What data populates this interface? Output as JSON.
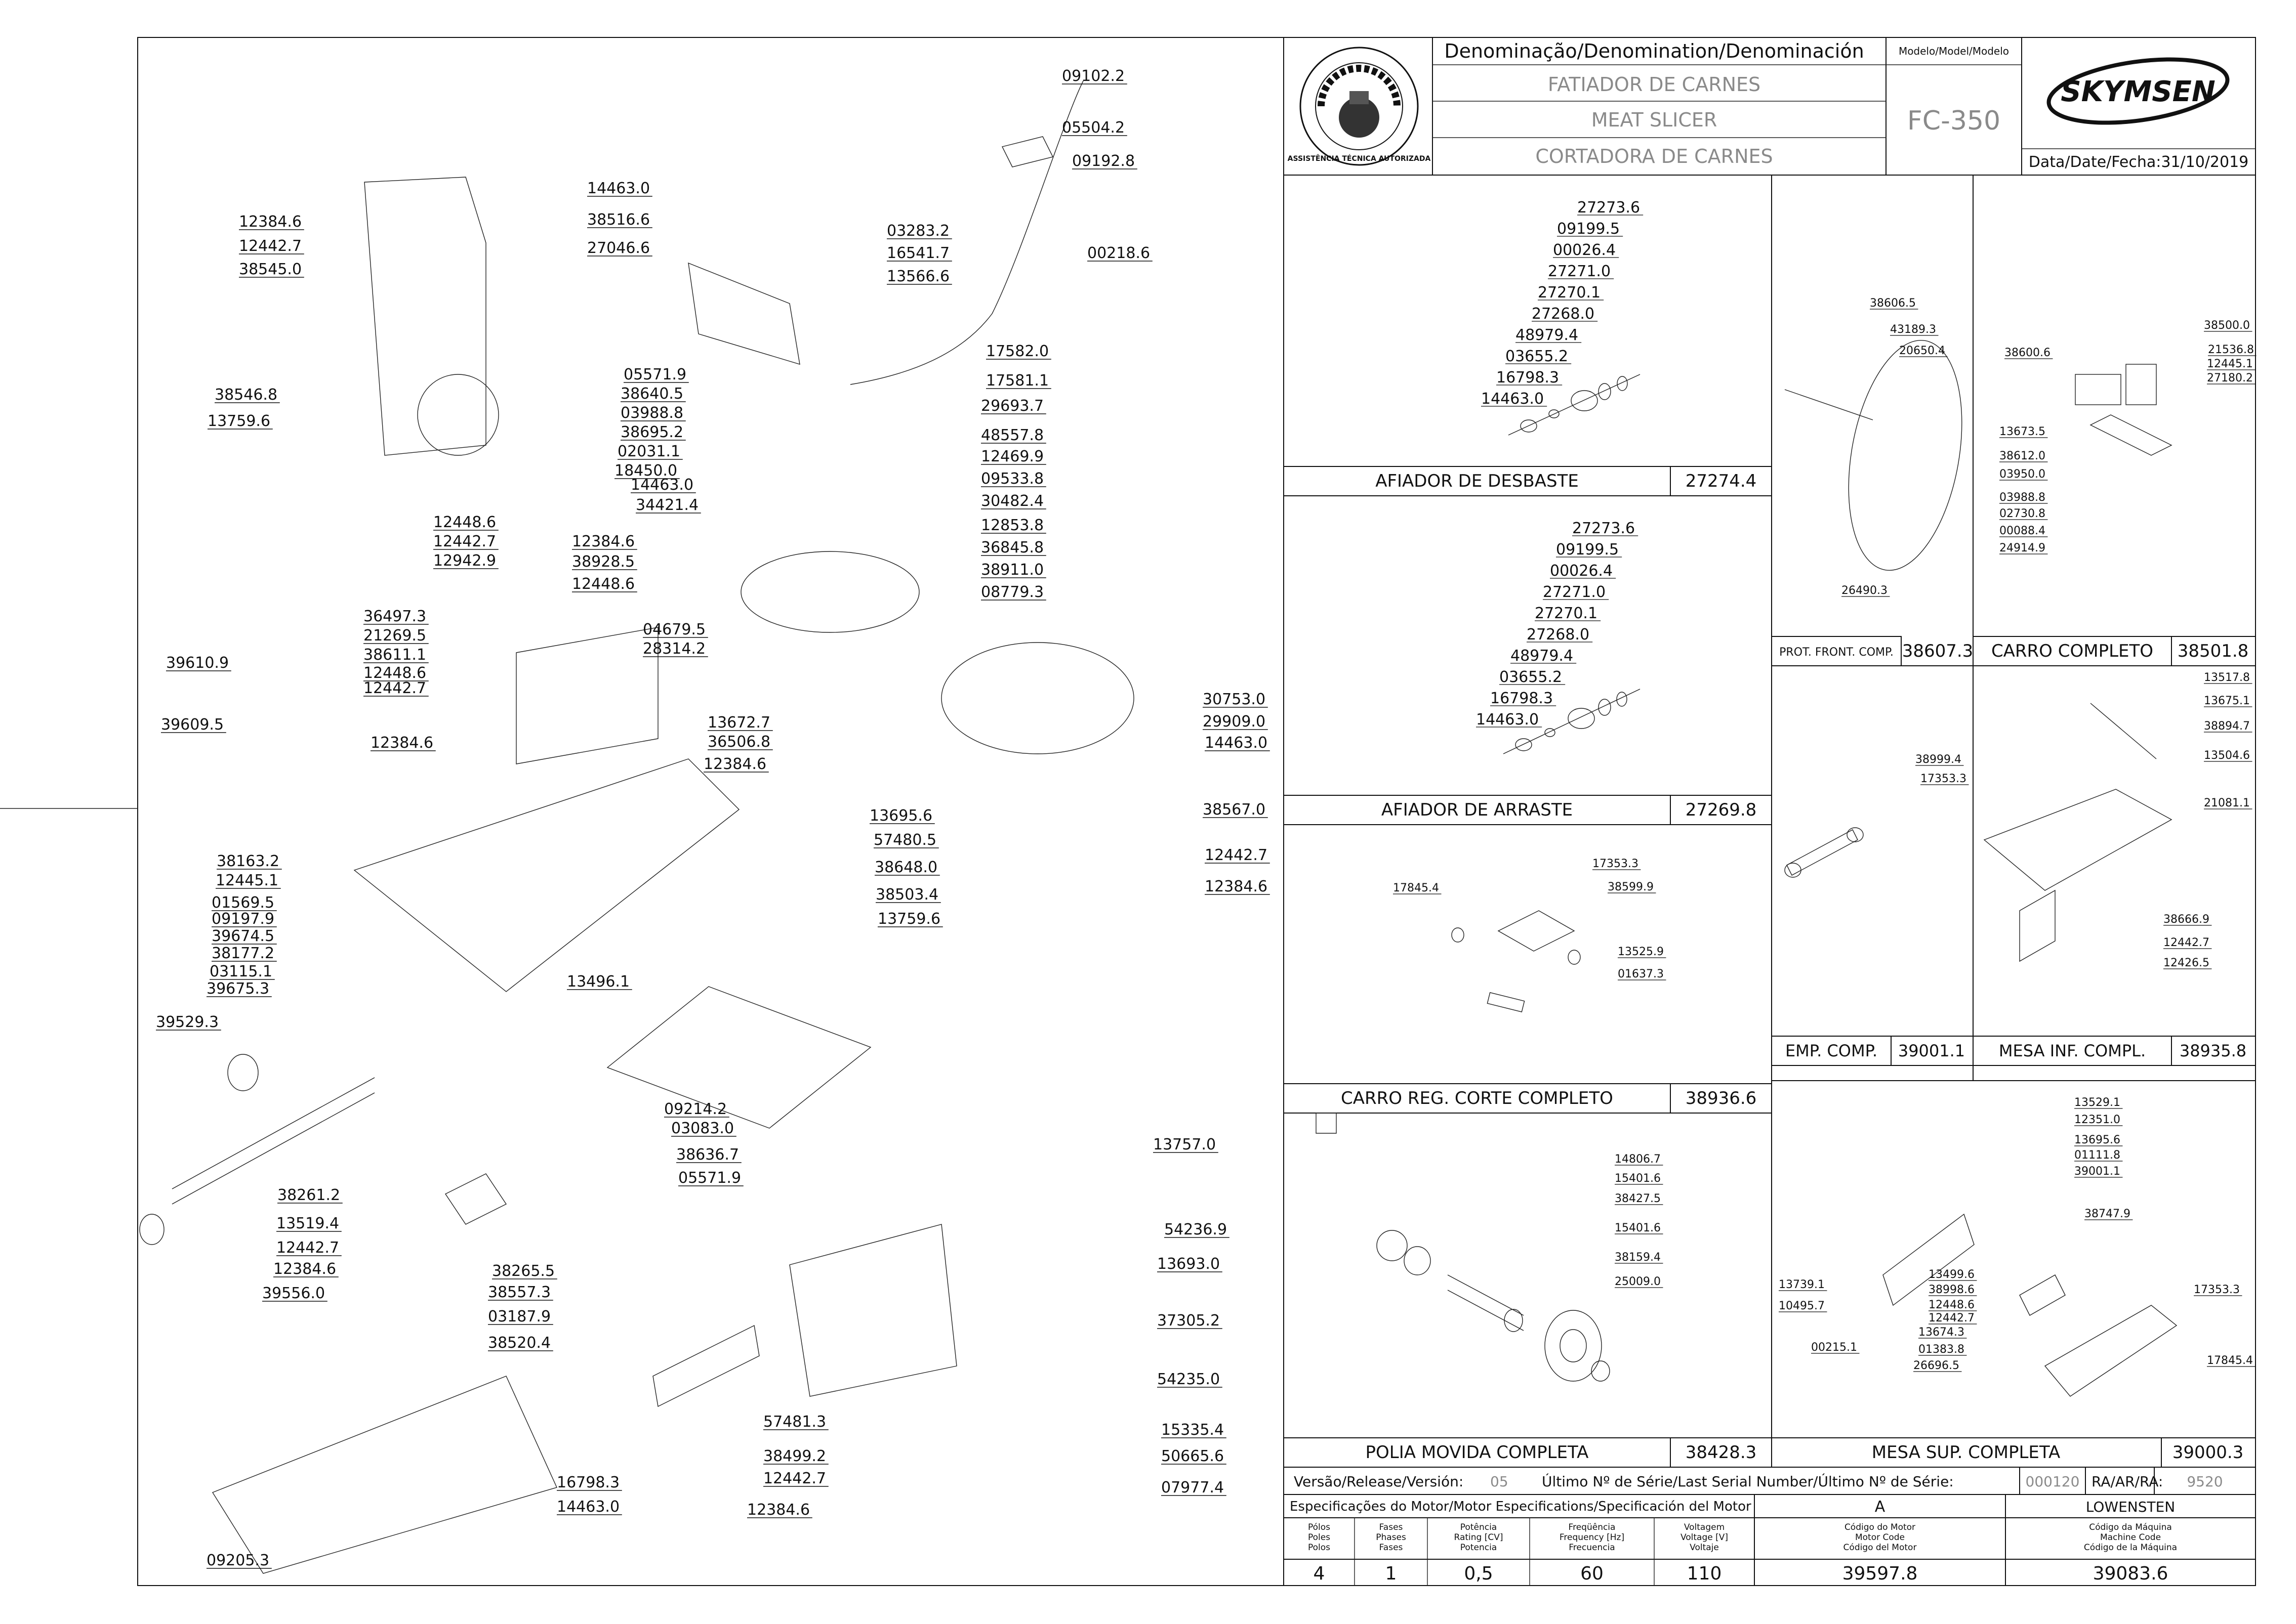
{
  "title_block": {
    "denomination_header": "Denominação/Denomination/Denominación",
    "model_header": "Modelo/Model/Modelo",
    "name_pt": "FATIADOR DE CARNES",
    "name_en": "MEAT SLICER",
    "name_es": "CORTADORA DE CARNES",
    "model": "FC-350",
    "brand": "SKYMSEN",
    "seal_text": "ASSISTÊNCIA TÉCNICA AUTORIZADA",
    "date": "Data/Date/Fecha:31/10/2019"
  },
  "main_callouts": [
    {
      "code": "09102.2"
    },
    {
      "code": "05504.2"
    },
    {
      "code": "09192.8"
    },
    {
      "code": "00218.6"
    },
    {
      "code": "14463.0"
    },
    {
      "code": "38516.6"
    },
    {
      "code": "12384.6"
    },
    {
      "code": "12442.7"
    },
    {
      "code": "38545.0"
    },
    {
      "code": "27046.6"
    },
    {
      "code": "03283.2"
    },
    {
      "code": "16541.7"
    },
    {
      "code": "13566.6"
    },
    {
      "code": "17582.0"
    },
    {
      "code": "17581.1"
    },
    {
      "code": "29693.7"
    },
    {
      "code": "48557.8"
    },
    {
      "code": "12469.9"
    },
    {
      "code": "09533.8"
    },
    {
      "code": "30482.4"
    },
    {
      "code": "12853.8"
    },
    {
      "code": "36845.8"
    },
    {
      "code": "38911.0"
    },
    {
      "code": "08779.3"
    },
    {
      "code": "05571.9"
    },
    {
      "code": "38640.5"
    },
    {
      "code": "03988.8"
    },
    {
      "code": "38695.2"
    },
    {
      "code": "02031.1"
    },
    {
      "code": "18450.0"
    },
    {
      "code": "14463.0"
    },
    {
      "code": "34421.4"
    },
    {
      "code": "38546.8"
    },
    {
      "code": "13759.6"
    },
    {
      "code": "12448.6"
    },
    {
      "code": "12442.7"
    },
    {
      "code": "12942.9"
    },
    {
      "code": "12384.6"
    },
    {
      "code": "38928.5"
    },
    {
      "code": "12448.6"
    },
    {
      "code": "36497.3"
    },
    {
      "code": "21269.5"
    },
    {
      "code": "38611.1"
    },
    {
      "code": "12448.6"
    },
    {
      "code": "12442.7"
    },
    {
      "code": "04679.5"
    },
    {
      "code": "28314.2"
    },
    {
      "code": "39610.9"
    },
    {
      "code": "39609.5"
    },
    {
      "code": "12384.6"
    },
    {
      "code": "13672.7"
    },
    {
      "code": "36506.8"
    },
    {
      "code": "12384.6"
    },
    {
      "code": "30753.0"
    },
    {
      "code": "29909.0"
    },
    {
      "code": "14463.0"
    },
    {
      "code": "38567.0"
    },
    {
      "code": "12442.7"
    },
    {
      "code": "12384.6"
    },
    {
      "code": "13695.6"
    },
    {
      "code": "57480.5"
    },
    {
      "code": "38648.0"
    },
    {
      "code": "38503.4"
    },
    {
      "code": "13759.6"
    },
    {
      "code": "38163.2"
    },
    {
      "code": "12445.1"
    },
    {
      "code": "01569.5"
    },
    {
      "code": "09197.9"
    },
    {
      "code": "39674.5"
    },
    {
      "code": "38177.2"
    },
    {
      "code": "03115.1"
    },
    {
      "code": "39675.3"
    },
    {
      "code": "39529.3"
    },
    {
      "code": "13496.1"
    },
    {
      "code": "09214.2"
    },
    {
      "code": "03083.0"
    },
    {
      "code": "38636.7"
    },
    {
      "code": "05571.9"
    },
    {
      "code": "13757.0"
    },
    {
      "code": "38261.2"
    },
    {
      "code": "13519.4"
    },
    {
      "code": "12442.7"
    },
    {
      "code": "12384.6"
    },
    {
      "code": "39556.0"
    },
    {
      "code": "54236.9"
    },
    {
      "code": "13693.0"
    },
    {
      "code": "38265.5"
    },
    {
      "code": "38557.3"
    },
    {
      "code": "03187.9"
    },
    {
      "code": "38520.4"
    },
    {
      "code": "37305.2"
    },
    {
      "code": "54235.0"
    },
    {
      "code": "57481.3"
    },
    {
      "code": "15335.4"
    },
    {
      "code": "38499.2"
    },
    {
      "code": "50665.6"
    },
    {
      "code": "12442.7"
    },
    {
      "code": "16798.3"
    },
    {
      "code": "14463.0"
    },
    {
      "code": "07977.4"
    },
    {
      "code": "12384.6"
    },
    {
      "code": "09205.3"
    }
  ],
  "assemblies": {
    "afiador_desbaste": {
      "title": "AFIADOR DE DESBASTE",
      "code": "27274.4",
      "parts": [
        "27273.6",
        "09199.5",
        "00026.4",
        "27271.0",
        "27270.1",
        "27268.0",
        "48979.4",
        "03655.2",
        "16798.3",
        "14463.0"
      ]
    },
    "afiador_arraste": {
      "title": "AFIADOR DE ARRASTE",
      "code": "27269.8",
      "parts": [
        "27273.6",
        "09199.5",
        "00026.4",
        "27271.0",
        "27270.1",
        "27268.0",
        "48979.4",
        "03655.2",
        "16798.3",
        "14463.0"
      ]
    },
    "carro_reg": {
      "title": "CARRO REG. CORTE COMPLETO",
      "code": "38936.6",
      "parts": [
        "17845.4",
        "17353.3",
        "38599.9",
        "13525.9",
        "01637.3"
      ]
    },
    "polia": {
      "title": "POLIA MOVIDA COMPLETA",
      "code": "38428.3",
      "parts": [
        "14806.7",
        "15401.6",
        "38427.5",
        "15401.6",
        "38159.4",
        "25009.0"
      ]
    },
    "prot_front": {
      "title": "PROT. FRONT. COMP.",
      "code": "38607.3",
      "parts": [
        "38606.5",
        "43189.3",
        "20650.4",
        "26490.3"
      ]
    },
    "carro_completo": {
      "title": "CARRO COMPLETO",
      "code": "38501.8",
      "parts": [
        "38500.0",
        "38600.6",
        "21536.8",
        "12445.1",
        "27180.2",
        "13673.5",
        "38612.0",
        "03950.0",
        "03988.8",
        "02730.8",
        "00088.4",
        "24914.9"
      ]
    },
    "emp_comp": {
      "title": "EMP. COMP.",
      "code": "39001.1",
      "parts": [
        "38999.4",
        "17353.3"
      ]
    },
    "mesa_inf": {
      "title": "MESA INF. COMPL.",
      "code": "38935.8",
      "parts": [
        "13517.8",
        "13675.1",
        "38894.7",
        "13504.6",
        "21081.1",
        "38666.9",
        "12442.7",
        "12426.5"
      ]
    },
    "mesa_sup": {
      "title": "MESA SUP. COMPLETA",
      "code": "39000.3",
      "parts": [
        "13529.1",
        "12351.0",
        "13695.6",
        "01111.8",
        "39001.1",
        "38747.9",
        "13739.1",
        "10495.7",
        "00215.1",
        "13499.6",
        "38998.6",
        "12448.6",
        "12442.7",
        "13674.3",
        "01383.8",
        "26696.5",
        "17353.3",
        "17845.4"
      ]
    }
  },
  "release": {
    "label": "Versão/Release/Versión:",
    "value": "05",
    "serial_label": "Último Nº de Série/Last Serial Number/Último Nº de Série:",
    "serial_value": "000120",
    "ra_label": "RA/AR/RA:",
    "ra_value": "9520"
  },
  "motor": {
    "spec_header": "Especificações do Motor/Motor Especifications/Specificación del Motor",
    "variant": "A",
    "manufacturer": "LOWENSTEN",
    "columns": [
      {
        "header": "Pólos\nPoles\nPolos",
        "value": "4"
      },
      {
        "header": "Fases\nPhases\nFases",
        "value": "1"
      },
      {
        "header": "Potência\nRating [CV]\nPotencia",
        "value": "0,5"
      },
      {
        "header": "Freqüência\nFrequency [Hz]\nFrecuencia",
        "value": "60"
      },
      {
        "header": "Voltagem\nVoltage [V]\nVoltaje",
        "value": "110"
      },
      {
        "header": "Código do Motor\nMotor Code\nCódigo del Motor",
        "value": "39597.8"
      },
      {
        "header": "Código da Máquina\nMachine Code\nCódigo de la Máquina",
        "value": "39083.6"
      }
    ]
  }
}
